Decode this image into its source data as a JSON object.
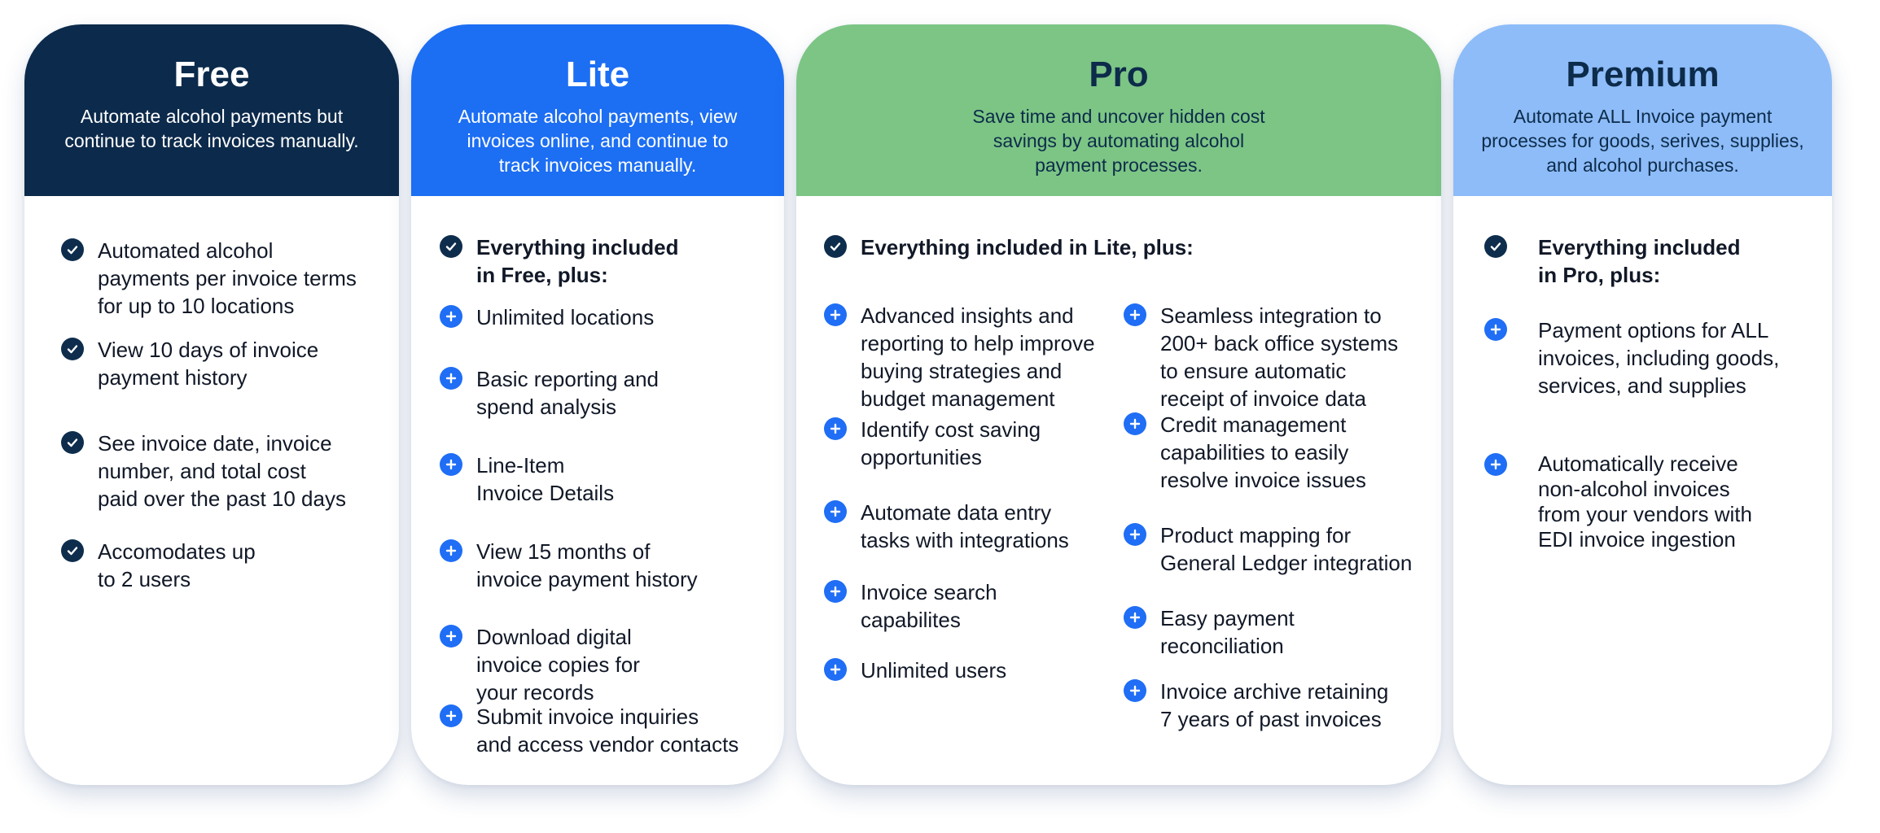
{
  "plans": {
    "free": {
      "name": "Free",
      "description": "Automate alcohol payments but\ncontinue to track invoices manually.",
      "color": "#0c2a4b",
      "features": [
        {
          "icon": "check-circle-icon",
          "text": "Automated alcohol\npayments per invoice terms\nfor up to 10 locations"
        },
        {
          "icon": "check-circle-icon",
          "text": "View 10 days of invoice\npayment history"
        },
        {
          "icon": "check-circle-icon",
          "text": "See invoice date, invoice\nnumber, and total cost\npaid over the past 10 days"
        },
        {
          "icon": "check-circle-icon",
          "text": "Accomodates up\nto 2 users"
        }
      ]
    },
    "lite": {
      "name": "Lite",
      "description": "Automate alcohol payments, view\ninvoices online, and continue to\ntrack invoices manually.",
      "color": "#1c6ef3",
      "features": [
        {
          "icon": "check-circle-icon",
          "text": "Everything included\nin Free, plus:"
        },
        {
          "icon": "plus-circle-icon",
          "text": "Unlimited  locations"
        },
        {
          "icon": "plus-circle-icon",
          "text": "Basic reporting and\nspend analysis"
        },
        {
          "icon": "plus-circle-icon",
          "text": "Line-Item\nInvoice Details"
        },
        {
          "icon": "plus-circle-icon",
          "text": "View 15 months of\ninvoice payment history"
        },
        {
          "icon": "plus-circle-icon",
          "text": "Download digital\ninvoice copies for\nyour records"
        },
        {
          "icon": "plus-circle-icon",
          "text": "Submit invoice inquiries\nand access vendor contacts"
        }
      ]
    },
    "pro": {
      "name": "Pro",
      "description": "Save time and uncover hidden cost\nsavings by automating alcohol\npayment processes.",
      "color": "#7cc585",
      "features": [
        {
          "icon": "check-circle-icon",
          "text": "Everything included in Lite, plus:"
        },
        {
          "icon": "plus-circle-icon",
          "text": "Advanced insights and\nreporting to help improve\nbuying strategies and\nbudget management"
        },
        {
          "icon": "plus-circle-icon",
          "text": "Identify cost saving\nopportunities"
        },
        {
          "icon": "plus-circle-icon",
          "text": "Automate data entry\ntasks with integrations"
        },
        {
          "icon": "plus-circle-icon",
          "text": "Invoice search\ncapabilites"
        },
        {
          "icon": "plus-circle-icon",
          "text": "Unlimited users"
        },
        {
          "icon": "plus-circle-icon",
          "text": "Seamless integration to\n200+ back office systems\nto ensure automatic\nreceipt of invoice data"
        },
        {
          "icon": "plus-circle-icon",
          "text": "Credit management\ncapabilities to easily\nresolve invoice issues"
        },
        {
          "icon": "plus-circle-icon",
          "text": "Product mapping for\nGeneral Ledger integration"
        },
        {
          "icon": "plus-circle-icon",
          "text": "Easy payment\nreconciliation"
        },
        {
          "icon": "plus-circle-icon",
          "text": "Invoice archive retaining\n7 years of past invoices"
        }
      ]
    },
    "premium": {
      "name": "Premium",
      "description": "Automate ALL Invoice payment\nprocesses for goods, serives, supplies,\nand alcohol purchases.",
      "color": "#8dbcf8",
      "features": [
        {
          "icon": "check-circle-icon",
          "text": "Everything included\nin Pro, plus:"
        },
        {
          "icon": "plus-circle-icon",
          "text": "Payment options for ALL\ninvoices, including goods,\nservices, and supplies"
        },
        {
          "icon": "plus-circle-icon",
          "text": "Automatically receive\nnon-alcohol invoices\nfrom your vendors with\nEDI invoice ingestion"
        }
      ]
    }
  }
}
